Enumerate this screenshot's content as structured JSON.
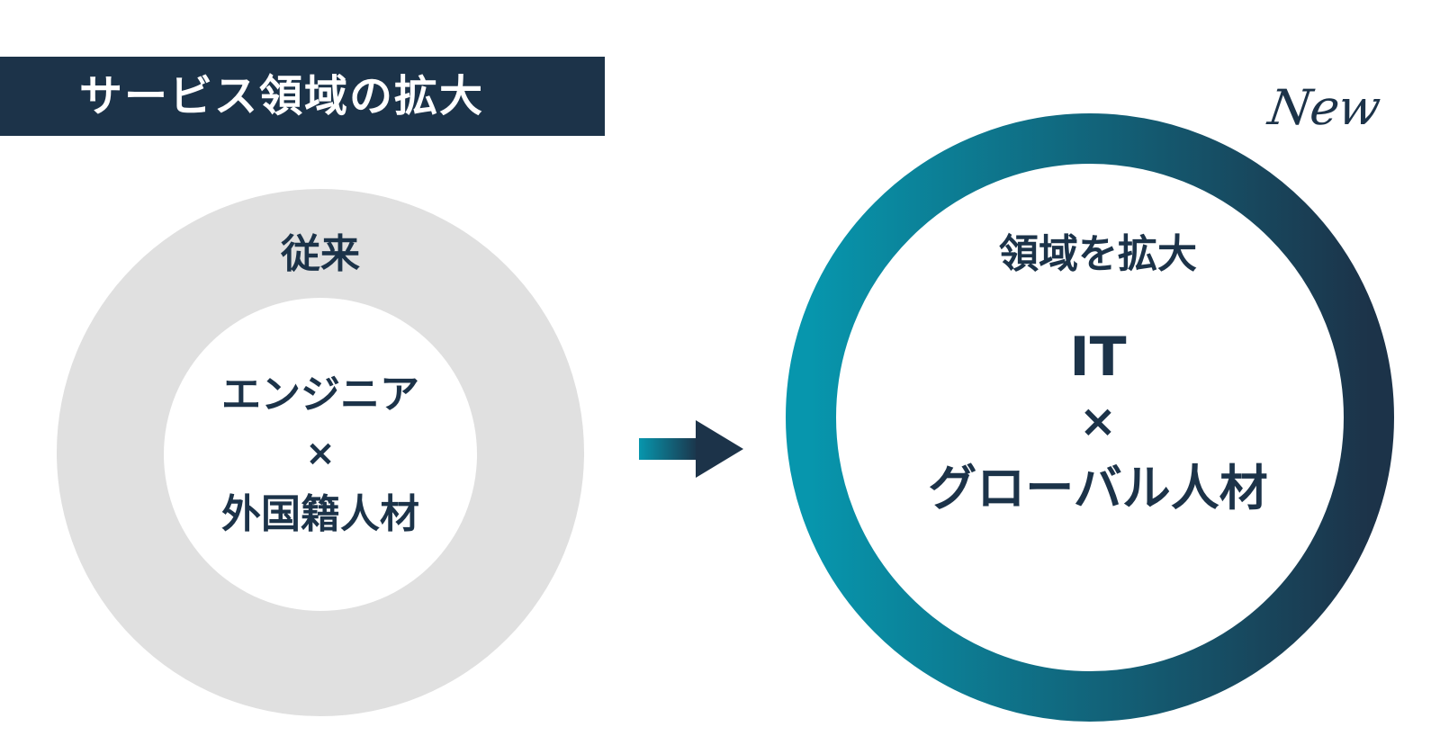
{
  "title": "サービス領域の拡大",
  "new_label": "New",
  "left_circle": {
    "heading": "従来",
    "line1": "エンジニア",
    "times": "×",
    "line2": "外国籍人材"
  },
  "right_circle": {
    "heading": "領域を拡大",
    "line1": "IT",
    "times": "×",
    "line2": "グローバル人材"
  },
  "colors": {
    "navy": "#1c3349",
    "teal": "#0796ad",
    "gray_ring": "#e0e0e0"
  }
}
